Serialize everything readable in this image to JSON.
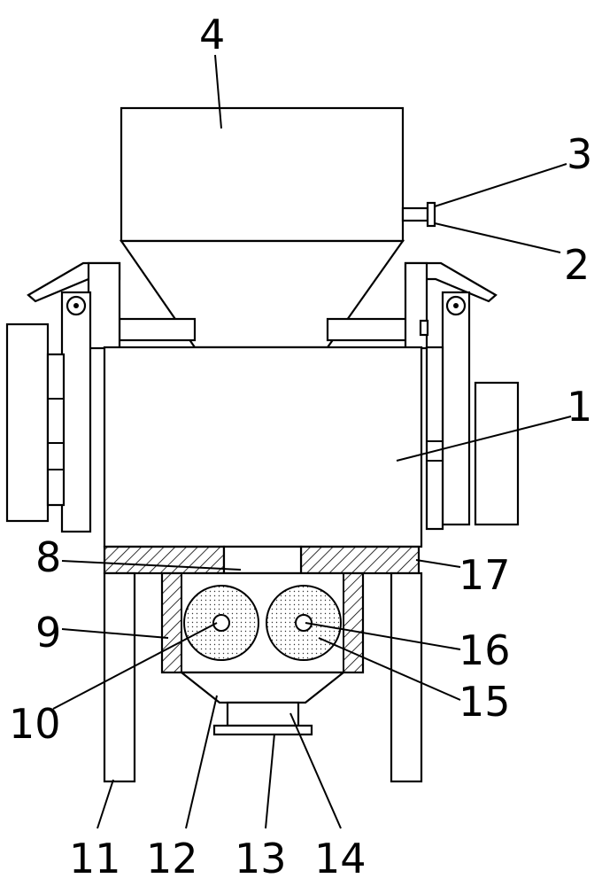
{
  "labels": {
    "l1": "1",
    "l2": "2",
    "l3": "3",
    "l4": "4",
    "l8": "8",
    "l9": "9",
    "l10": "10",
    "l11": "11",
    "l12": "12",
    "l13": "13",
    "l14": "14",
    "l15": "15",
    "l16": "16",
    "l17": "17"
  }
}
